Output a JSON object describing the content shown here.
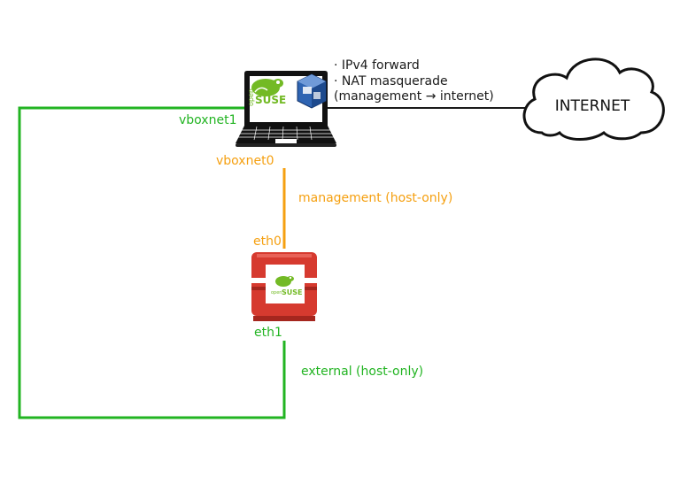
{
  "colors": {
    "green": "#22b422",
    "orange": "#f5a011",
    "black": "#1a1a1a",
    "red": "#d63a2f",
    "red_dark": "#a5261e",
    "red_light": "#e86258",
    "suse_green": "#73ba25",
    "vbox_blue": "#2e64b2"
  },
  "host": {
    "logo_word_open": "open",
    "logo_word_suse": "SUSE",
    "notes": [
      "· IPv4 forward",
      "· NAT masquerade",
      "(management →  internet)"
    ]
  },
  "internet": {
    "label": "INTERNET"
  },
  "interfaces": {
    "vboxnet1": "vboxnet1",
    "vboxnet0": "vboxnet0",
    "eth0": "eth0",
    "eth1": "eth1"
  },
  "networks": {
    "management": "management (host-only)",
    "external": "external (host-only)"
  },
  "node": {
    "logo_word_open": "open",
    "logo_word_suse": "SUSE"
  },
  "icons": [
    "opensuse-logo-icon",
    "virtualbox-icon",
    "laptop-icon",
    "cloud-icon",
    "openstack-icon"
  ]
}
